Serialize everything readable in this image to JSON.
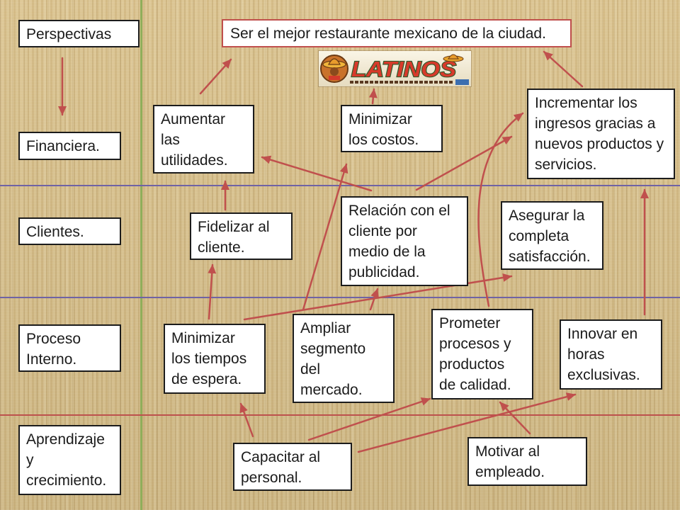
{
  "perspectivas": {
    "titulo": [
      "Perspectivas"
    ],
    "financiera": [
      "Financiera."
    ],
    "clientes": [
      "Clientes."
    ],
    "proceso_interno": [
      "Proceso",
      "Interno."
    ],
    "aprendizaje": [
      "Aprendizaje",
      "y",
      "crecimiento."
    ]
  },
  "vision": [
    "Ser el mejor restaurante mexicano de la ciudad."
  ],
  "logo": {
    "wordmark": "LATINOS"
  },
  "objetivos": {
    "financiera": {
      "aumentar_utilidades": [
        "Aumentar",
        "las",
        "utilidades."
      ],
      "minimizar_costos": [
        "Minimizar",
        "los costos."
      ],
      "incrementar_ingresos": [
        "Incrementar los",
        "ingresos gracias a",
        "nuevos productos y",
        "servicios."
      ]
    },
    "clientes": {
      "fidelizar": [
        "Fidelizar al",
        "cliente."
      ],
      "relacion_publicidad": [
        "Relación con el",
        "cliente por",
        "medio de la",
        "publicidad."
      ],
      "asegurar_satisfaccion": [
        "Asegurar la",
        "completa",
        "satisfacción."
      ]
    },
    "proceso_interno": {
      "minimizar_tiempos": [
        "Minimizar",
        "los tiempos",
        "de espera."
      ],
      "ampliar_segmento": [
        "Ampliar",
        "segmento",
        "del",
        "mercado."
      ],
      "prometer_calidad": [
        "Prometer",
        "procesos y",
        "productos",
        "de calidad."
      ],
      "innovar_horas": [
        "Innovar en",
        "horas",
        "exclusivas."
      ]
    },
    "aprendizaje": {
      "capacitar": [
        "Capacitar al",
        "personal."
      ],
      "motivar": [
        "Motivar al",
        "empleado."
      ]
    }
  },
  "colors": {
    "arrow": "#c0504d",
    "vision_border": "#c0504d",
    "box_border": "#1c1c1c",
    "row_line_purple": "#6f63a5",
    "row_line_red": "#bd514d",
    "column_line_green": "#8fae5a",
    "paper": "#d6bd86"
  }
}
